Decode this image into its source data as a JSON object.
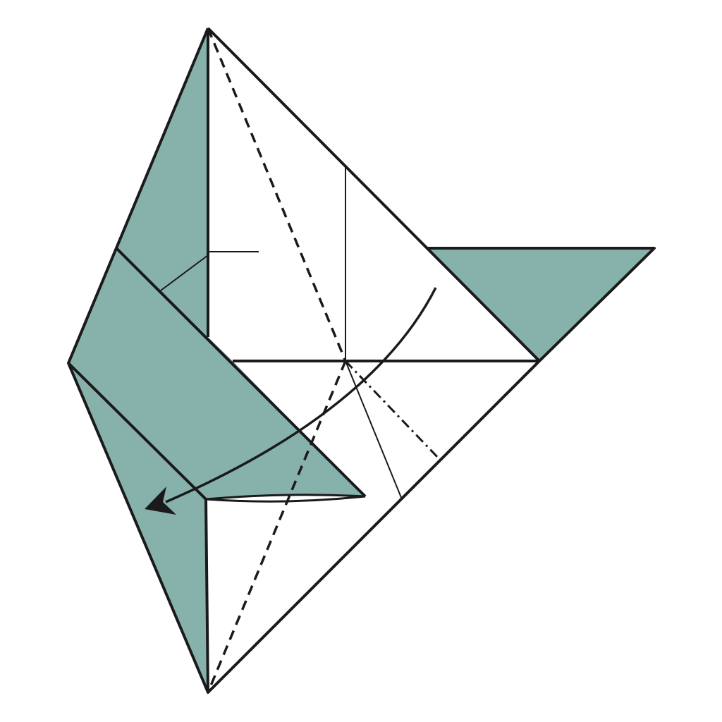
{
  "diagram": {
    "kind": "origami-fold-step",
    "colors": {
      "paper_colored": "#87b2ac",
      "paper_white": "#ffffff",
      "line": "#1a1a1a"
    },
    "line_styles": [
      "edge",
      "crease",
      "valley-fold-dashed",
      "mountain-fold-dash-dot",
      "fold-arrow"
    ],
    "icons": [
      "curved-fold-arrow-icon"
    ]
  }
}
